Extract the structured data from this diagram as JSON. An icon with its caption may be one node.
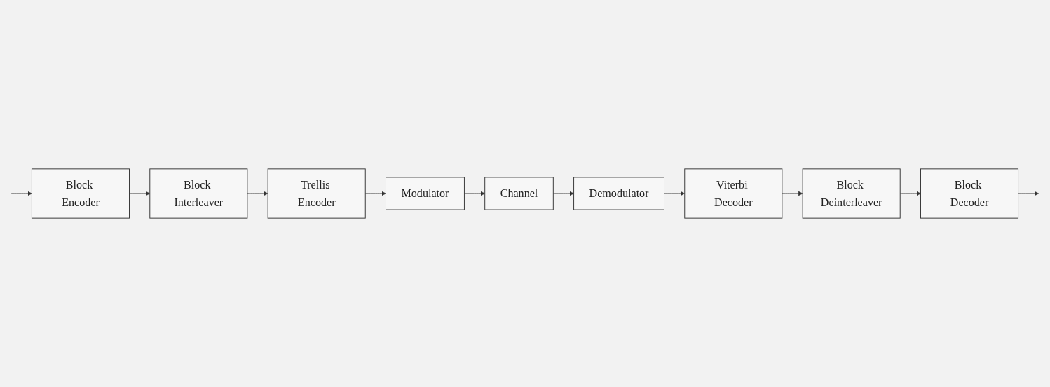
{
  "diagram": {
    "nodes": [
      {
        "text": [
          "Block Encoder"
        ]
      },
      {
        "text": [
          "Block Interleaver"
        ]
      },
      {
        "text": [
          "Trellis Encoder"
        ]
      },
      {
        "text": [
          "Modulator"
        ]
      },
      {
        "text": [
          "Channel"
        ]
      },
      {
        "text": [
          "Demodulator"
        ]
      },
      {
        "text": [
          "Viterbi Decoder"
        ]
      },
      {
        "text": [
          "Block Deinterleaver"
        ]
      },
      {
        "text": [
          "Block Decoder"
        ]
      }
    ],
    "edges": [
      {
        "from": null,
        "to": 0,
        "arrow": "to"
      },
      {
        "from": 0,
        "to": 1,
        "arrow": "to"
      },
      {
        "from": 1,
        "to": 2,
        "arrow": "to"
      },
      {
        "from": 2,
        "to": 3,
        "arrow": "to"
      },
      {
        "from": 3,
        "to": 4,
        "arrow": "to"
      },
      {
        "from": 4,
        "to": 5,
        "arrow": "to"
      },
      {
        "from": 5,
        "to": 6,
        "arrow": "to"
      },
      {
        "from": 6,
        "to": 7,
        "arrow": "to"
      },
      {
        "from": 7,
        "to": 8,
        "arrow": "to"
      },
      {
        "from": 8,
        "to": null,
        "arrow": "to"
      }
    ]
  }
}
